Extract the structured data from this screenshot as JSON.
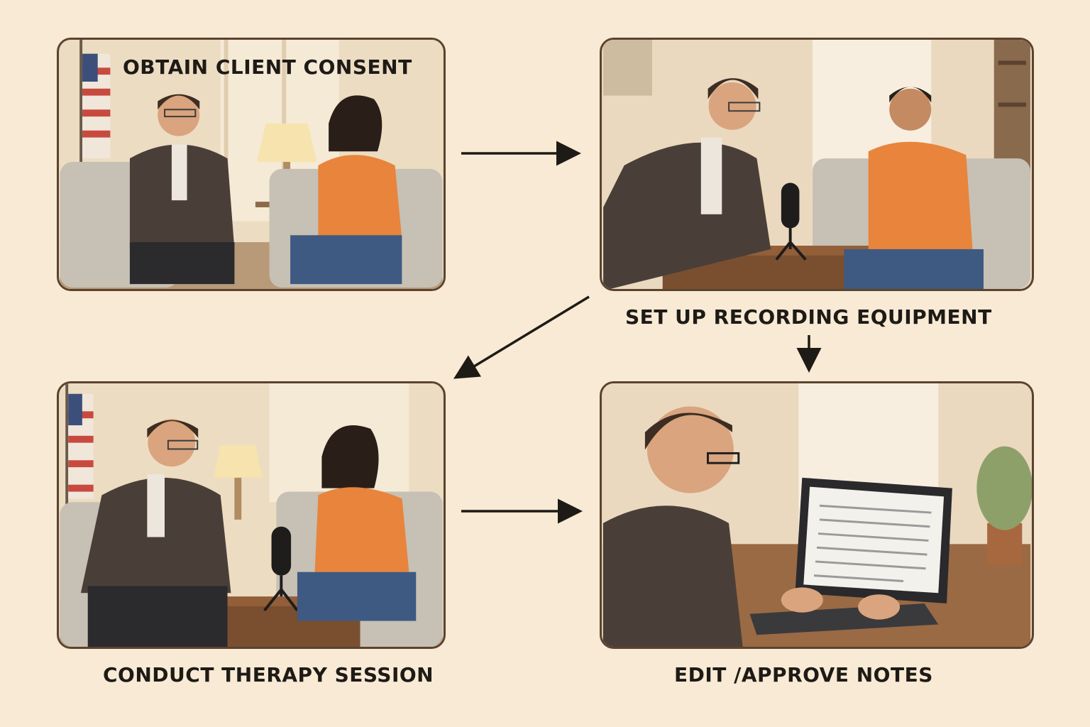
{
  "steps": [
    {
      "label": "OBTAIN CLIENT CONSENT"
    },
    {
      "label": "SET UP RECORDING EQUIPMENT"
    },
    {
      "label": "CONDUCT THERAPY SESSION"
    },
    {
      "label": "EDIT /APPROVE NOTES"
    }
  ],
  "colors": {
    "background": "#f8ead4",
    "frame": "#5b4330",
    "text": "#1e1a16",
    "sweater": "#e8843c",
    "jacket": "#4a3f38",
    "chair": "#c9c2b6"
  }
}
